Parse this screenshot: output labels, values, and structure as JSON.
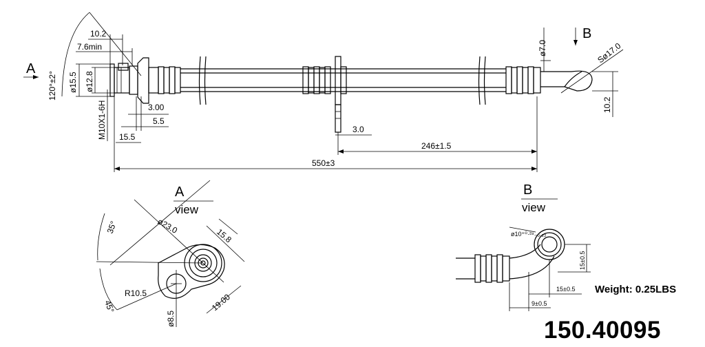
{
  "labels": {
    "A_arrow": "A",
    "B_arrow": "B",
    "angle_120": "120°±2°",
    "d_10_2_top": "10.2",
    "d_7_6min": "7.6min",
    "d_phi15_5": "ø15.5",
    "d_phi12_8": "ø12.8",
    "d_M10": "M10X1-6H",
    "d_3_00": "3.00",
    "d_5_5": "5.5",
    "d_15_5": "15.5",
    "d_3_0": "3.0",
    "d_246": "246±1.5",
    "d_550": "550±3",
    "d_phi7_0": "ø7.0",
    "d_S17_0": "Sø17.0",
    "d_10_2_right": "10.2"
  },
  "view_a": {
    "letter": "A",
    "word": "view",
    "d_35": "35°",
    "d_45": "45°",
    "d_phi23_0": "ø23.0",
    "d_15_8": "15.8",
    "d_R10_5": "R10.5",
    "d_19_00": "19.00",
    "d_phi8_5": "ø8.5"
  },
  "view_b": {
    "letter": "B",
    "word": "view",
    "d_phi10": "ø10⁺⁰·²⁸₋₀.₂₂",
    "d_15_v": "15±0.5",
    "d_15_h": "15±0.5",
    "d_9": "9±0.5"
  },
  "weight": "Weight: 0.25LBS",
  "part_number": "150.40095"
}
